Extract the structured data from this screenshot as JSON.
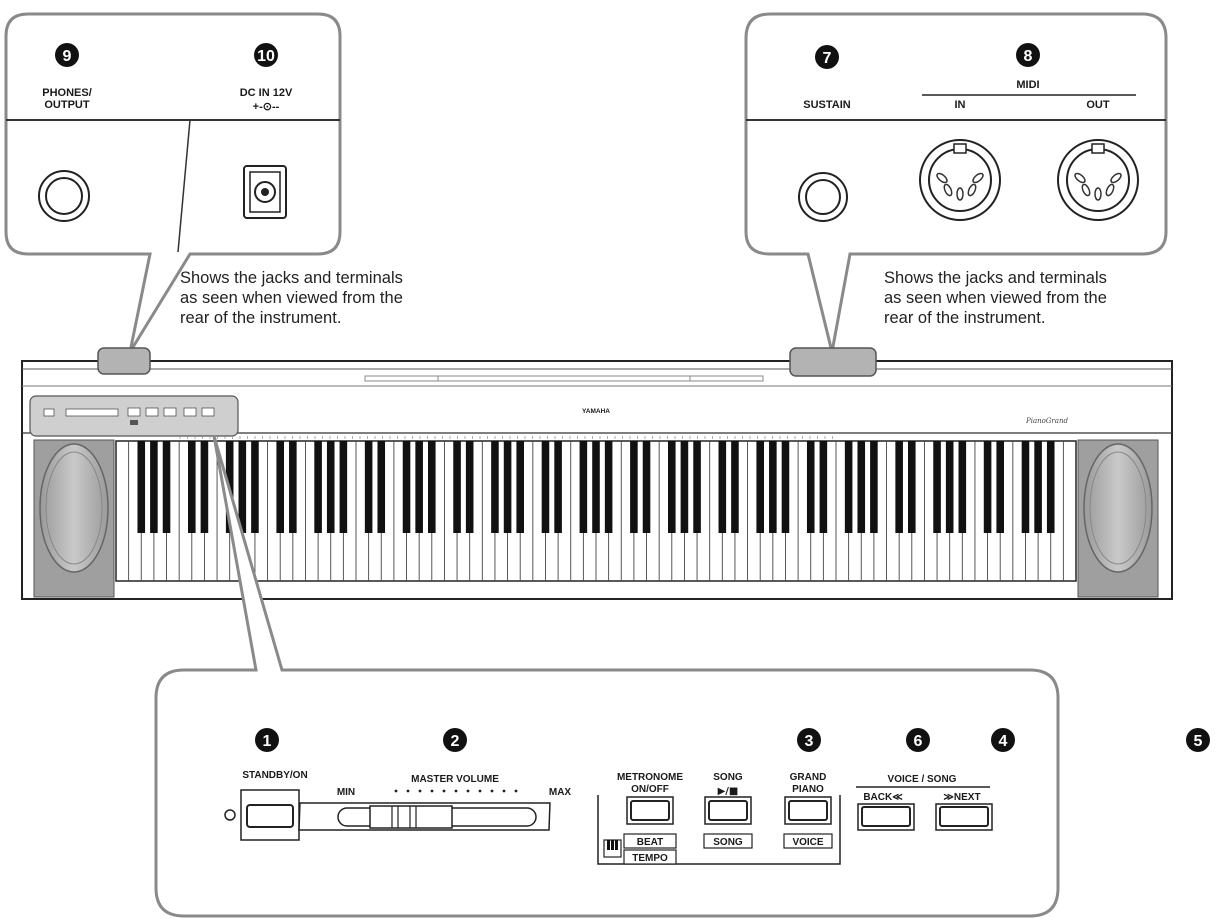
{
  "callout_markers": {
    "standby": "1",
    "master_volume": "2",
    "grand_piano": "3",
    "voice_song_next": "4",
    "edge": "5",
    "voice_song_back": "6",
    "sustain": "7",
    "midi": "8",
    "phones": "9",
    "dc_in": "10"
  },
  "rear_left_panel": {
    "phones_label_line1": "PHONES/",
    "phones_label_line2": "OUTPUT",
    "dc_label_line1": "DC IN 12V",
    "dc_label_line2": "+-⊙--"
  },
  "rear_right_panel": {
    "sustain_label": "SUSTAIN",
    "midi_label": "MIDI",
    "midi_in_label": "IN",
    "midi_out_label": "OUT"
  },
  "notes": {
    "left": "Shows the jacks and terminals\nas seen when viewed from the\nrear of the instrument.",
    "right": "Shows the jacks and terminals\nas seen when viewed from the\nrear of the instrument."
  },
  "piano": {
    "brand": "YAMAHA"
  },
  "front_panel": {
    "standby_label": "STANDBY/ON",
    "volume_label": "MASTER VOLUME",
    "volume_min": "MIN",
    "volume_max": "MAX",
    "metronome_line1": "METRONOME",
    "metronome_line2": "ON/OFF",
    "beat_label": "BEAT",
    "tempo_label": "TEMPO",
    "song_line1": "SONG",
    "song_line2": "▶/■",
    "song_sub": "SONG",
    "grand_line1": "GRAND",
    "grand_line2": "PIANO",
    "voice_sub": "VOICE",
    "voice_song_label": "VOICE / SONG",
    "back_label": "BACK≪",
    "next_label": "≫NEXT"
  }
}
